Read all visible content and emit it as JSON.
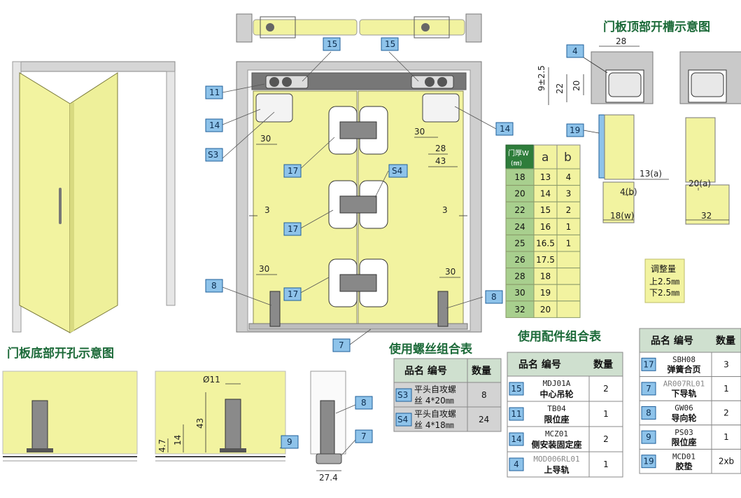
{
  "titles": {
    "top_slot": "门板顶部开槽示意图",
    "bottom_hole": "门板底部开孔示意图",
    "screw_table": "使用螺丝组合表",
    "fitting_table": "使用配件组合表"
  },
  "callouts": {
    "c15a": "15",
    "c15b": "15",
    "c11": "11",
    "c14a": "14",
    "c14b": "14",
    "cS3": "S3",
    "cS4": "S4",
    "c17a": "17",
    "c17b": "17",
    "c17c": "17",
    "c8a": "8",
    "c8b": "8",
    "c7": "7",
    "c4": "4",
    "c19": "19",
    "c9": "9",
    "c8c": "8",
    "c7b": "7"
  },
  "dims": {
    "d30a": "30",
    "d30b": "30",
    "d28": "28",
    "d43": "43",
    "d3a": "3",
    "d3b": "3",
    "d30c": "30",
    "d30d": "30",
    "t28": "28",
    "t9": "9±2.5",
    "t22": "22",
    "t20": "20",
    "t13a": "13(a)",
    "t4b": "4(b)",
    "t18w": "18(w)",
    "t20a": "20(a)",
    "t32": "32",
    "b11": "Ø11",
    "b47": "4.7",
    "b14": "14",
    "b43": "43",
    "b274": "27.4"
  },
  "adjust": {
    "title": "调整量",
    "up": "上2.5㎜",
    "down": "下2.5㎜"
  },
  "thickness_table": {
    "header_w": "门厚W",
    "header_w_unit": "(㎜)",
    "header_a": "a",
    "header_b": "b",
    "rows": [
      [
        "18",
        "13",
        "4"
      ],
      [
        "20",
        "14",
        "3"
      ],
      [
        "22",
        "15",
        "2"
      ],
      [
        "24",
        "16",
        "1"
      ],
      [
        "25",
        "16.5",
        "1"
      ],
      [
        "26",
        "17.5",
        ""
      ],
      [
        "28",
        "18",
        ""
      ],
      [
        "30",
        "19",
        ""
      ],
      [
        "32",
        "20",
        ""
      ]
    ]
  },
  "screw_table": {
    "header_name": "品名 编号",
    "header_qty": "数量",
    "rows": [
      {
        "code": "S3",
        "name1": "平头自攻螺",
        "name2": "丝  4*20㎜",
        "qty": "8"
      },
      {
        "code": "S4",
        "name1": "平头自攻螺",
        "name2": "丝  4*18㎜",
        "qty": "24"
      }
    ]
  },
  "fitting_table": {
    "header_name": "品名 编号",
    "header_qty": "数量",
    "rows": [
      {
        "no": "15",
        "code": "MDJ01A",
        "name": "中心吊轮",
        "qty": "2",
        "gray": false
      },
      {
        "no": "11",
        "code": "TB04",
        "name": "限位座",
        "qty": "1",
        "gray": false
      },
      {
        "no": "14",
        "code": "MCZ01",
        "name": "侧安装固定座",
        "qty": "2",
        "gray": false
      },
      {
        "no": "4",
        "code": "MOD006RL01",
        "name": "上导轨",
        "qty": "1",
        "gray": true
      }
    ]
  },
  "fitting_table2": {
    "header_name": "品名 编号",
    "header_qty": "数量",
    "rows": [
      {
        "no": "17",
        "code": "SBH08",
        "name": "弹簧合页",
        "qty": "3",
        "gray": false
      },
      {
        "no": "7",
        "code": "AR007RL01",
        "name": "下导轨",
        "qty": "1",
        "gray": true
      },
      {
        "no": "8",
        "code": "GW06",
        "name": "导向轮",
        "qty": "2",
        "gray": false
      },
      {
        "no": "9",
        "code": "PS03",
        "name": "限位座",
        "qty": "1",
        "gray": false
      },
      {
        "no": "19",
        "code": "MCD01",
        "name": "胶垫",
        "qty": "2xb",
        "gray": false
      }
    ]
  },
  "colors": {
    "panel": "#f2f3a0",
    "frame": "#c9c9c9",
    "callout": "#8ec3ea",
    "title": "#1c6a39",
    "tablegreen": "#2e7d3b"
  }
}
